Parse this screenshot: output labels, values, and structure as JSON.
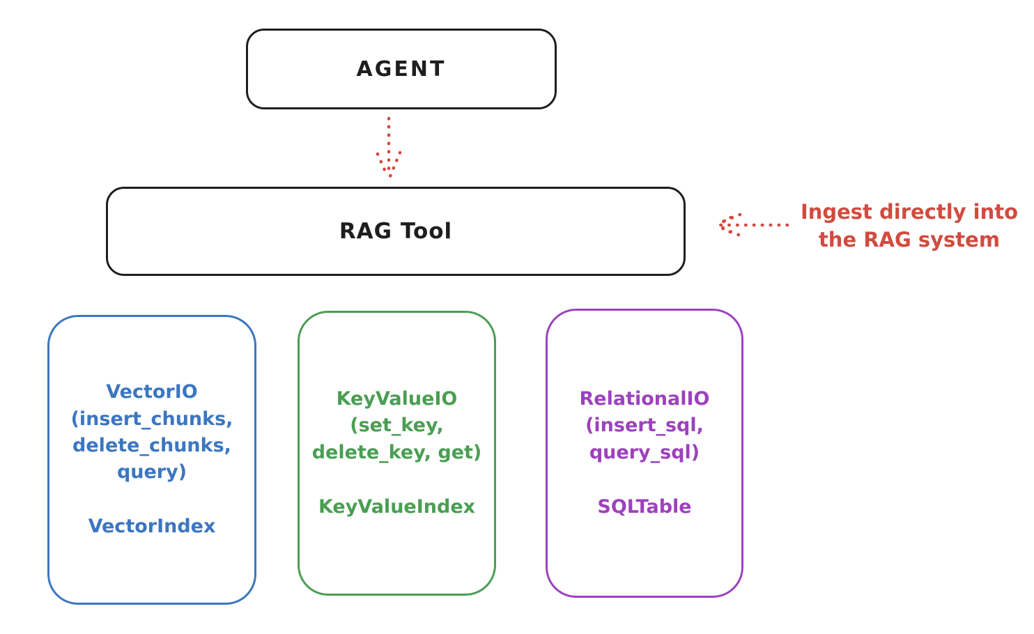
{
  "diagram": {
    "agent": {
      "label": "AGENT"
    },
    "rag_tool": {
      "label": "RAG Tool"
    },
    "annotation": {
      "text": "Ingest directly into\nthe RAG system",
      "color": "#d14b40"
    },
    "backends": [
      {
        "name": "vector-io",
        "color": "#3b76c0",
        "io_label": "VectorIO\n(insert_chunks,\ndelete_chunks,\nquery)",
        "index_label": "VectorIndex"
      },
      {
        "name": "key-value-io",
        "color": "#4a9e52",
        "io_label": "KeyValueIO\n(set_key,\ndelete_key, get)",
        "index_label": "KeyValueIndex"
      },
      {
        "name": "relational-io",
        "color": "#9d41bd",
        "io_label": "RelationalIO\n(insert_sql,\nquery_sql)",
        "index_label": "SQLTable"
      }
    ],
    "colors": {
      "stroke": "#1e1e1e",
      "arrow_red": "#d14b40",
      "background": "#ffffff"
    }
  }
}
